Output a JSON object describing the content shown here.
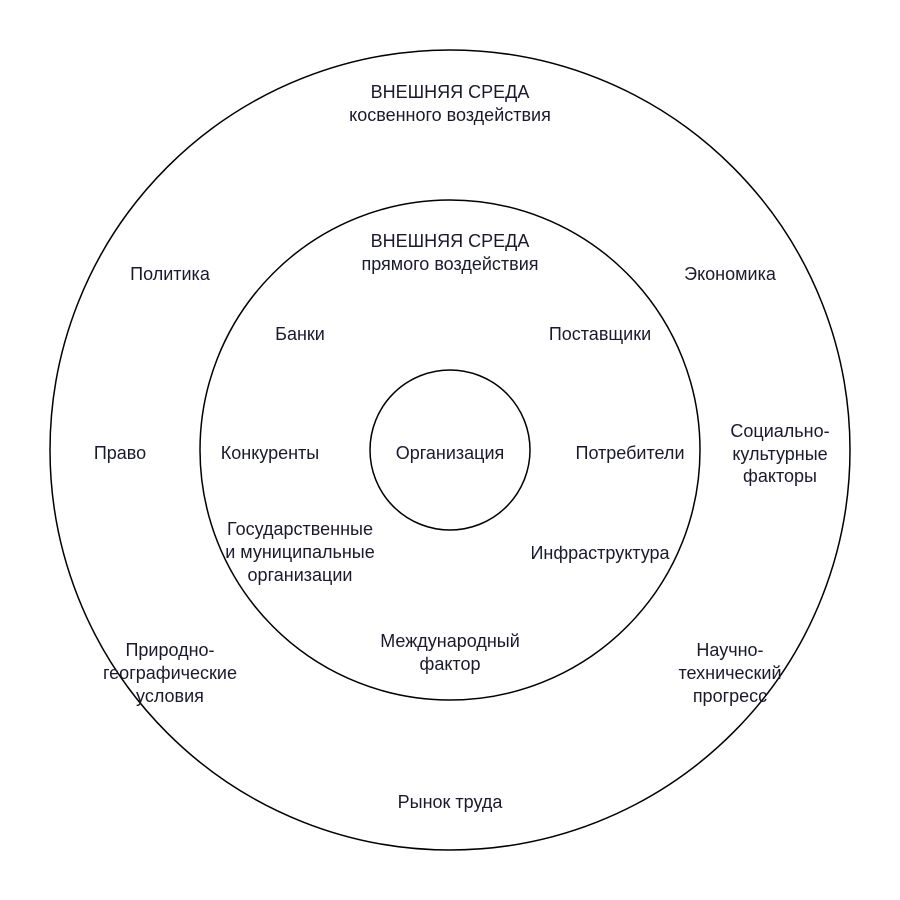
{
  "outer_ring": {
    "title_line1": "ВНЕШНЯЯ СРЕДА",
    "title_line2": "косвенного воздействия",
    "factors": {
      "politics": "Политика",
      "economy": "Экономика",
      "law": "Право",
      "sociocultural": [
        "Социально-",
        "культурные",
        "факторы"
      ],
      "natural_geo": [
        "Природно-",
        "географические",
        "условия"
      ],
      "sci_tech": [
        "Научно-",
        "технический",
        "прогресс"
      ],
      "labor_market": "Рынок труда"
    }
  },
  "middle_ring": {
    "title_line1": "ВНЕШНЯЯ СРЕДА",
    "title_line2": "прямого воздействия",
    "factors": {
      "banks": "Банки",
      "suppliers": "Поставщики",
      "competitors": "Конкуренты",
      "consumers": "Потребители",
      "gov_orgs": [
        "Государственные",
        "и муниципальные",
        "организации"
      ],
      "infrastructure": "Инфраструктура",
      "international": [
        "Международный",
        "фактор"
      ]
    }
  },
  "center": {
    "label": "Организация"
  }
}
